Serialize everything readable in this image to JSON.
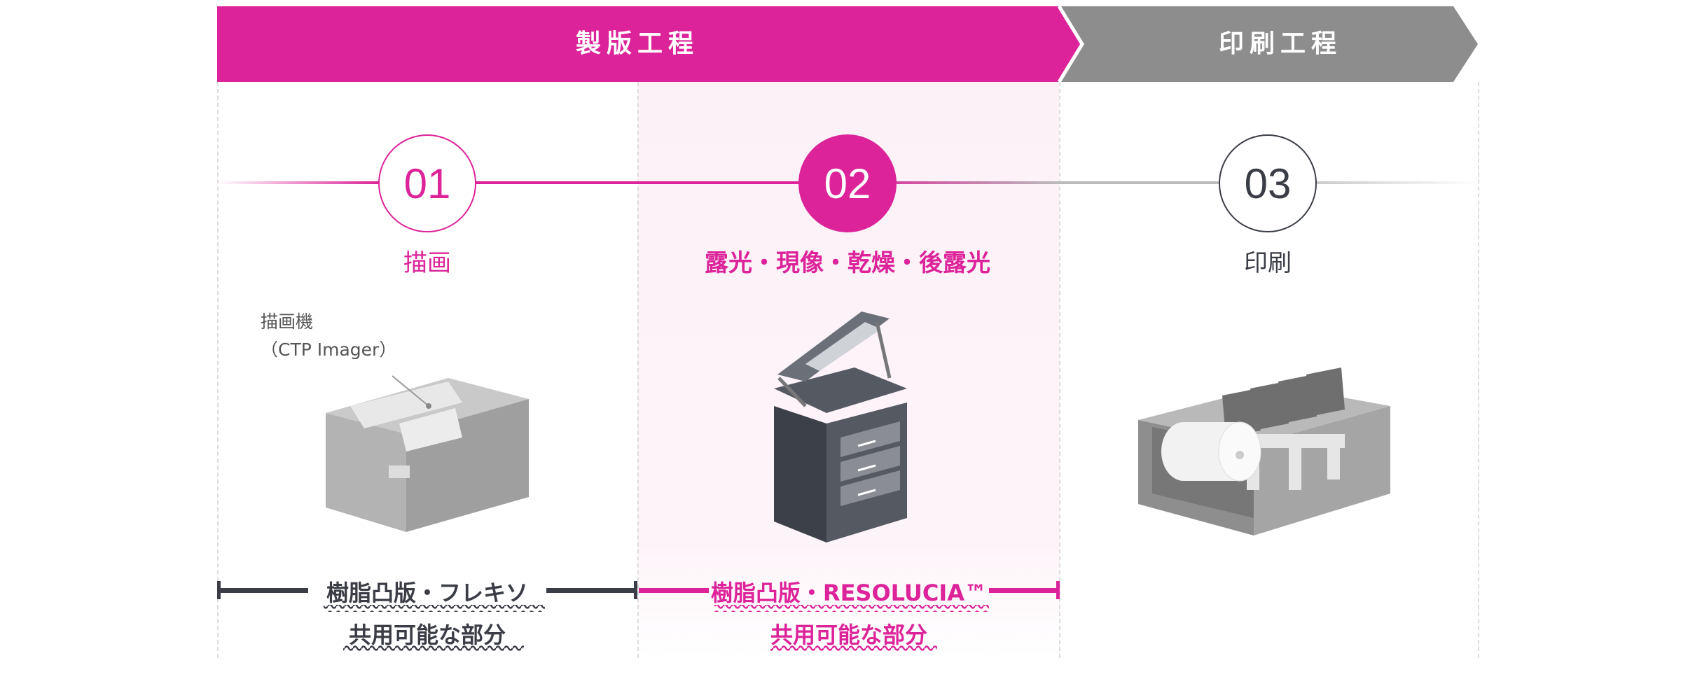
{
  "banner": {
    "plate_making": "製版工程",
    "printing": "印刷工程"
  },
  "steps": [
    {
      "number": "01",
      "label": "描画"
    },
    {
      "number": "02",
      "label": "露光・現像・乾燥・後露光"
    },
    {
      "number": "03",
      "label": "印刷"
    }
  ],
  "callout": {
    "line1": "描画機",
    "line2": "（CTP Imager）"
  },
  "shared": {
    "flexo": "樹脂凸版・フレキソ",
    "resolucia": "樹脂凸版・RESOLUCIA™",
    "common": "共用可能な部分"
  },
  "colors": {
    "magenta": "#dc2399",
    "gray": "#8d8d8d",
    "dark": "#3a3d45"
  }
}
